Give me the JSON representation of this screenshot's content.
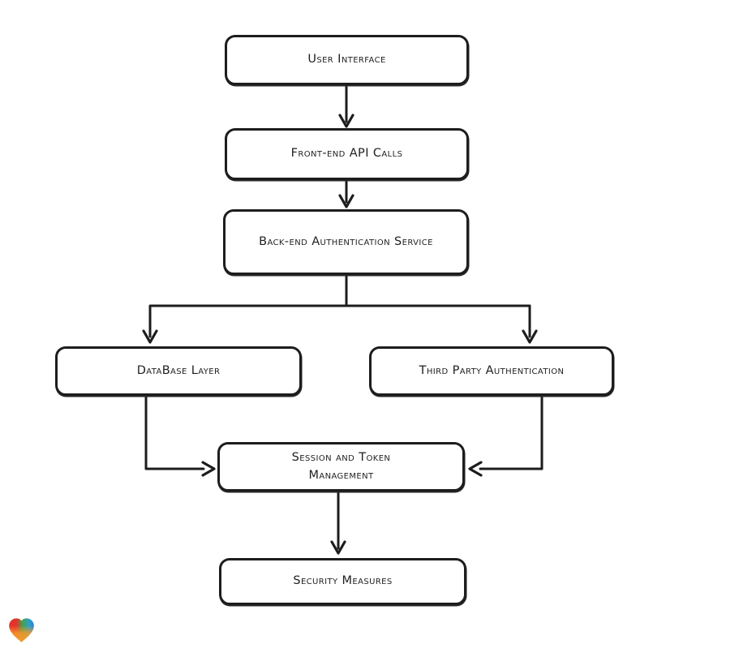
{
  "theme": {
    "background": "#ffffff",
    "node_fill": "#ffffff",
    "node_border_color": "#1d1d1d",
    "connector_color": "#1d1d1d",
    "text_color": "#1f1f1f"
  },
  "diagram": {
    "type": "flowchart",
    "direction": "top-down",
    "nodes": [
      {
        "id": "user-interface",
        "label": "User Interface"
      },
      {
        "id": "front-end-api-calls",
        "label": "Front-end API Calls"
      },
      {
        "id": "back-end-authentication-service",
        "label": "Back-end Authentication Service"
      },
      {
        "id": "database-layer",
        "label": "DataBase Layer"
      },
      {
        "id": "third-party-authentication",
        "label": "Third Party Authentication"
      },
      {
        "id": "session-and-token-management",
        "label": "Session and Token Management"
      },
      {
        "id": "security-measures",
        "label": "Security Measures"
      }
    ],
    "edges": [
      {
        "from": "user-interface",
        "to": "front-end-api-calls"
      },
      {
        "from": "front-end-api-calls",
        "to": "back-end-authentication-service"
      },
      {
        "from": "back-end-authentication-service",
        "to": "database-layer"
      },
      {
        "from": "back-end-authentication-service",
        "to": "third-party-authentication"
      },
      {
        "from": "database-layer",
        "to": "session-and-token-management"
      },
      {
        "from": "third-party-authentication",
        "to": "session-and-token-management"
      },
      {
        "from": "session-and-token-management",
        "to": "security-measures"
      }
    ]
  },
  "logo": {
    "name": "heart-logo",
    "colors": [
      "#e5312a",
      "#45a24f",
      "#2b7ed6",
      "#f7992b"
    ]
  }
}
